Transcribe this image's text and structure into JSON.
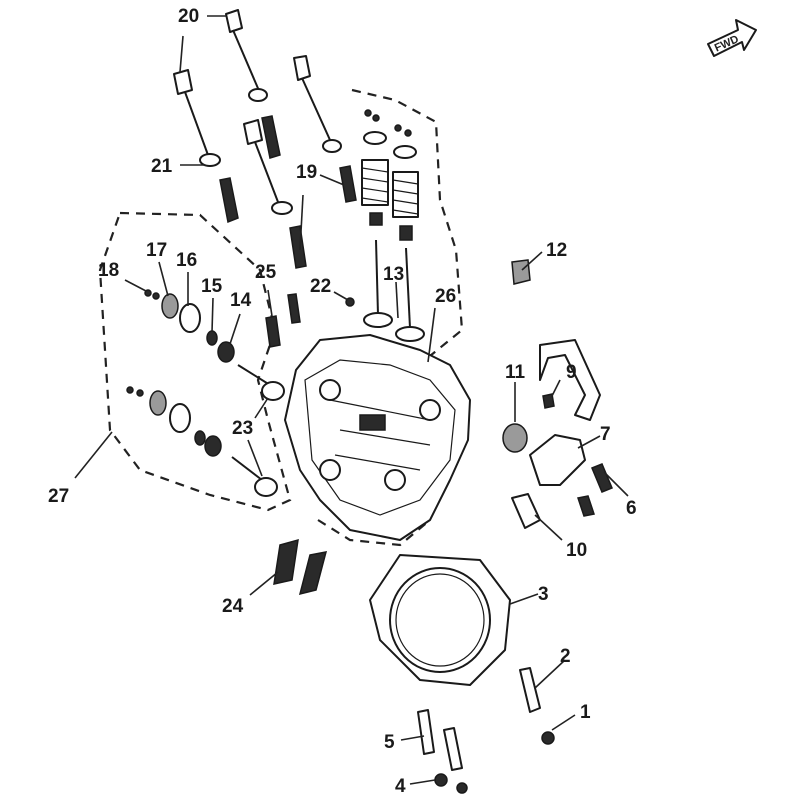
{
  "diagram": {
    "fwd_label": "FWD",
    "callouts": [
      "1",
      "2",
      "3",
      "4",
      "5",
      "6",
      "7",
      "9",
      "10",
      "11",
      "12",
      "13",
      "14",
      "15",
      "16",
      "17",
      "18",
      "19",
      "20",
      "21",
      "22",
      "23",
      "24",
      "25",
      "26",
      "27"
    ]
  }
}
